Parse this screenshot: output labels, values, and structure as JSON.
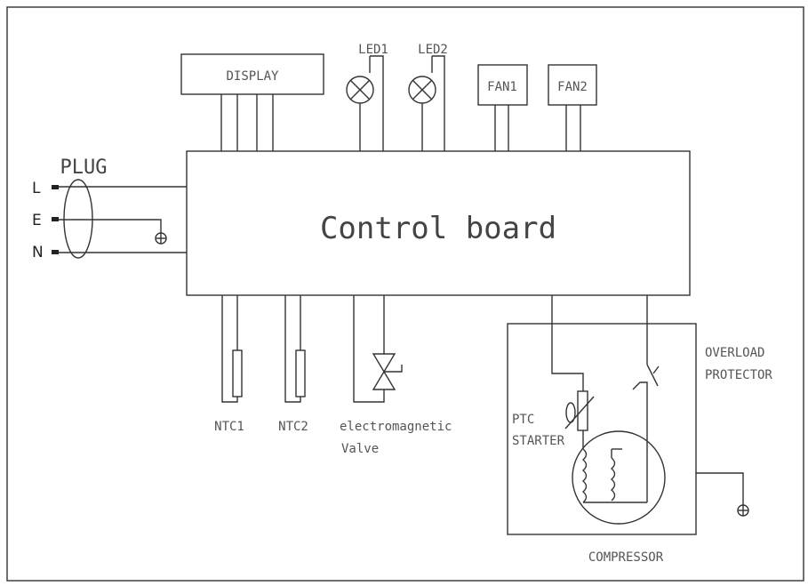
{
  "diagram": {
    "board_label": "Control  board",
    "display_label": "DISPLAY",
    "led1_label": "LED1",
    "led2_label": "LED2",
    "fan1_label": "FAN1",
    "fan2_label": "FAN2",
    "plug_label": "PLUG",
    "pin_l": "L",
    "pin_e": "E",
    "pin_n": "N",
    "ntc1_label": "NTC1",
    "ntc2_label": "NTC2",
    "valve_label_1": "electromagnetic",
    "valve_label_2": "Valve",
    "ptc_label_1": "PTC",
    "ptc_label_2": "STARTER",
    "overload_label_1": "OVERLOAD",
    "overload_label_2": "PROTECTOR",
    "compressor_label": "COMPRESSOR"
  }
}
